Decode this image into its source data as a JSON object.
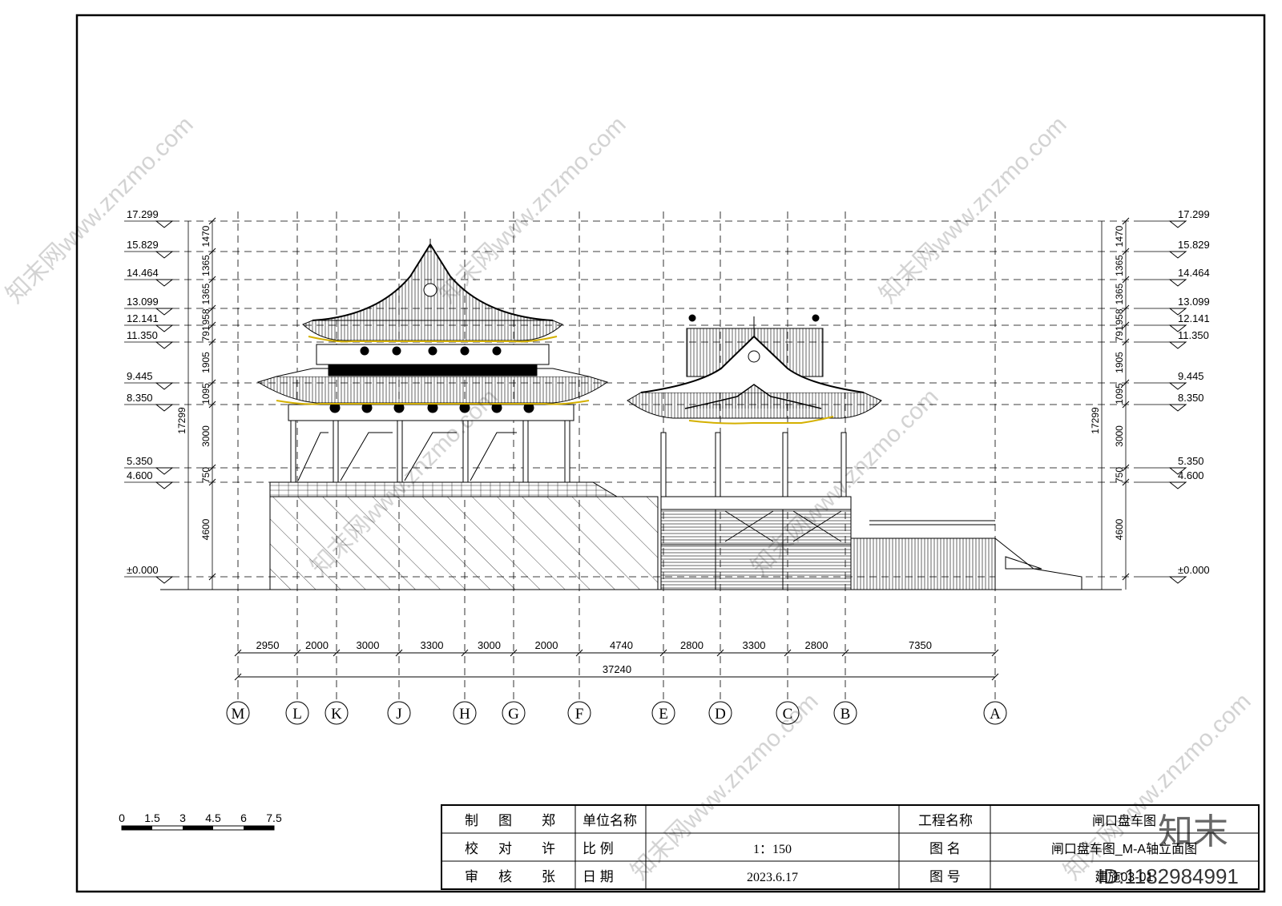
{
  "elevations_left": [
    "17.299",
    "15.829",
    "14.464",
    "13.099",
    "12.141",
    "11.350",
    "9.445",
    "8.350",
    "5.350",
    "4.600",
    "±0.000"
  ],
  "elevations_right": [
    "17.299",
    "15.829",
    "14.464",
    "13.099",
    "12.141",
    "11.350",
    "9.445",
    "8.350",
    "5.350",
    "4.600",
    "±0.000"
  ],
  "vertical_dims": [
    "1470",
    "1365",
    "1365",
    "958",
    "791",
    "1905",
    "1095",
    "3000",
    "750",
    "4600"
  ],
  "total_height": "17299",
  "axis_labels": [
    "M",
    "L",
    "K",
    "J",
    "H",
    "G",
    "F",
    "E",
    "D",
    "C",
    "B",
    "A"
  ],
  "horizontal_dims": [
    "2950",
    "2000",
    "3000",
    "3300",
    "3000",
    "2000",
    "4740",
    "2800",
    "3300",
    "2800",
    "7350"
  ],
  "total_width": "37240",
  "scale_bar": [
    "0",
    "1.5",
    "3",
    "4.5",
    "6",
    "7.5"
  ],
  "title_block": {
    "r1": {
      "c1": "制",
      "c2": "图",
      "c3": "郑",
      "label": "单位名称",
      "value": "",
      "label2": "工程名称",
      "value2": "闸口盘车图"
    },
    "r2": {
      "c1": "校",
      "c2": "对",
      "c3": "许",
      "label": "比  例",
      "value": "1：150",
      "label2": "图  名",
      "value2": "闸口盘车图_M-A轴立面图"
    },
    "r3": {
      "c1": "审",
      "c2": "核",
      "c3": "张",
      "label": "日  期",
      "value": "2023.6.17",
      "label2": "图  号",
      "value2": "建施03-01"
    }
  },
  "watermarks": {
    "site": "知末网www.znzmo.com",
    "brand": "知末",
    "id": "ID:1182984991"
  }
}
